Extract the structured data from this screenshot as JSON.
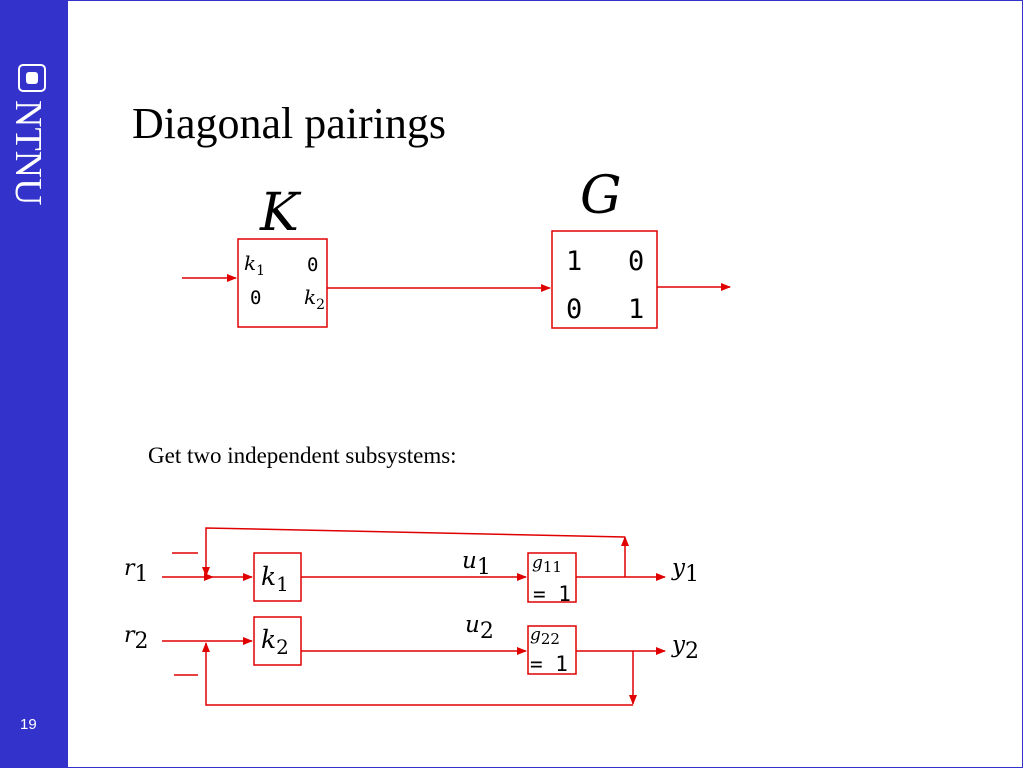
{
  "slide": {
    "title": "Diagonal pairings",
    "subtitle": "Get two independent subsystems:",
    "page_number": "19"
  },
  "logo": {
    "text": "NTNU"
  },
  "top_diagram": {
    "K_label": "K",
    "G_label": "G",
    "K_matrix": {
      "a11": "k",
      "a11_sub": "1",
      "a12": "0",
      "a21": "0",
      "a22": "k",
      "a22_sub": "2"
    },
    "G_matrix": {
      "a11": "1",
      "a12": "0",
      "a21": "0",
      "a22": "1"
    }
  },
  "bottom_diagram": {
    "r1": "r",
    "r1_sub": "1",
    "r2": "r",
    "r2_sub": "2",
    "k1": "k",
    "k1_sub": "1",
    "k2": "k",
    "k2_sub": "2",
    "u1": "u",
    "u1_sub": "1",
    "u2": "u",
    "u2_sub": "2",
    "y1": "y",
    "y1_sub": "1",
    "y2": "y",
    "y2_sub": "2",
    "g11": "g",
    "g11_sub": "11",
    "g11_eq": "= 1",
    "g22": "g",
    "g22_sub": "22",
    "g22_eq": "= 1"
  },
  "colors": {
    "sidebar": "#3333cc",
    "wire": "#e00000",
    "text": "#000000"
  }
}
